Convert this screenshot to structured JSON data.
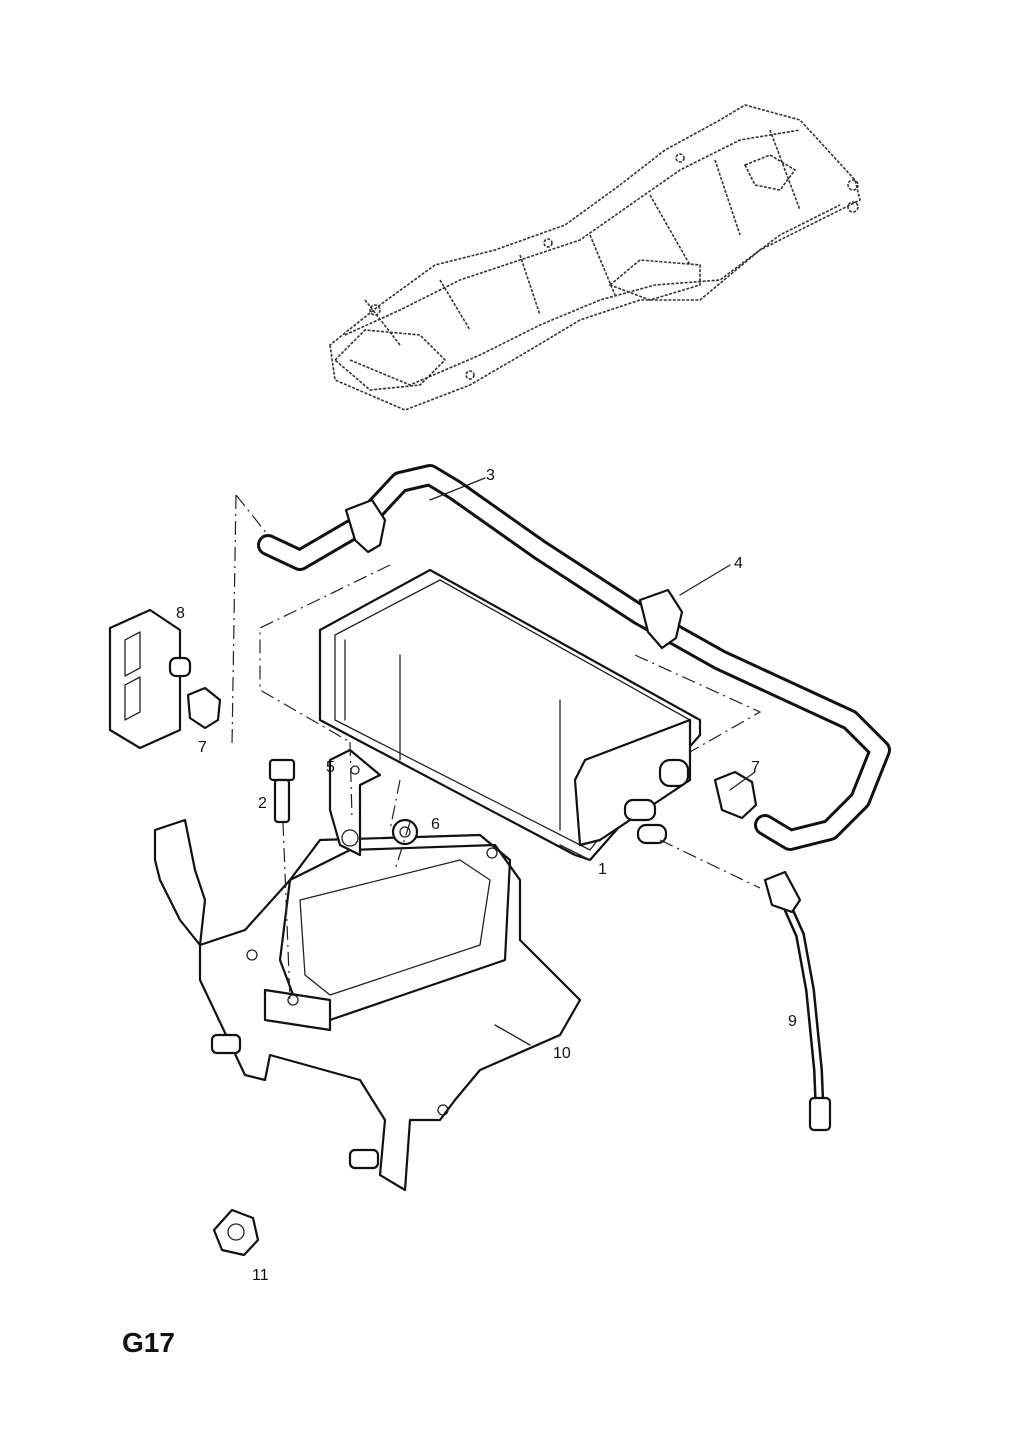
{
  "diagram": {
    "code": "G17",
    "callouts": [
      "1",
      "2",
      "3",
      "4",
      "5",
      "6",
      "7",
      "7",
      "8",
      "9",
      "10",
      "11"
    ]
  }
}
